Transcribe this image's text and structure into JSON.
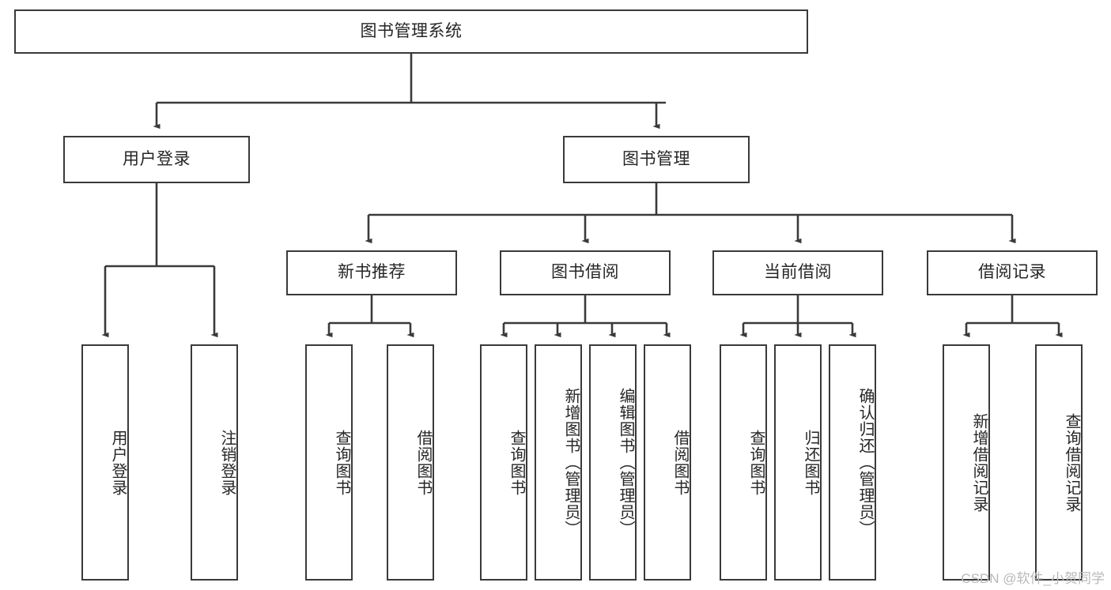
{
  "diagram": {
    "type": "tree",
    "title": "图书管理系统",
    "root": {
      "label": "图书管理系统"
    },
    "level2": [
      {
        "label": "用户登录"
      },
      {
        "label": "图书管理"
      }
    ],
    "level3": [
      {
        "label": "新书推荐"
      },
      {
        "label": "图书借阅"
      },
      {
        "label": "当前借阅"
      },
      {
        "label": "借阅记录"
      }
    ],
    "leaves": {
      "user_login": [
        {
          "label": "用户登录"
        },
        {
          "label": "注销登录"
        }
      ],
      "new_book": [
        {
          "label": "查询图书"
        },
        {
          "label": "借阅图书"
        }
      ],
      "borrow_book": [
        {
          "label": "查询图书"
        },
        {
          "label": "新增图书（管理员）"
        },
        {
          "label": "编辑图书（管理员）"
        },
        {
          "label": "借阅图书"
        }
      ],
      "current_borrow": [
        {
          "label": "查询图书"
        },
        {
          "label": "归还图书"
        },
        {
          "label": "确认归还（管理员）"
        }
      ],
      "borrow_record": [
        {
          "label": "新增借阅记录"
        },
        {
          "label": "查询借阅记录"
        }
      ]
    }
  },
  "watermark": {
    "text": "CSDN @软件_小贺同学"
  },
  "colors": {
    "stroke": "#3a3a3a",
    "text": "#262626",
    "background": "#ffffff",
    "watermark": "#b9b9b9"
  }
}
